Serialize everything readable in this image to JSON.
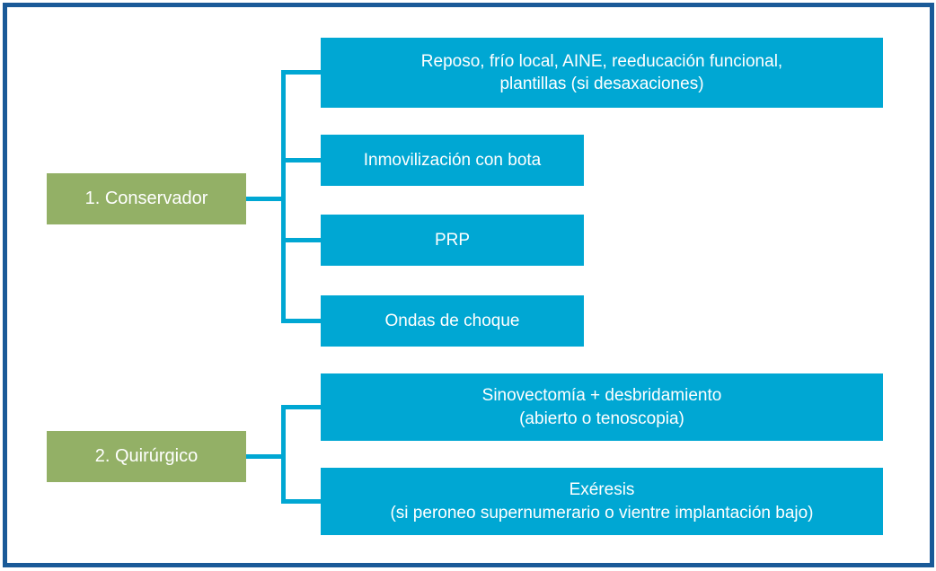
{
  "diagram": {
    "groups": [
      {
        "label": "1. Conservador",
        "children": [
          "Reposo, frío local, AINE, reeducación funcional,\nplantillas (si desaxaciones)",
          "Inmovilización con bota",
          "PRP",
          "Ondas de choque"
        ]
      },
      {
        "label": "2. Quirúrgico",
        "children": [
          "Sinovectomía + desbridamiento\n(abierto o tenoscopia)",
          "Exéresis\n(si peroneo supernumerario o vientre implantación bajo)"
        ]
      }
    ],
    "colors": {
      "node_blue": "#00a7d3",
      "node_green": "#93b066",
      "border": "#1a5a98",
      "text": "#ffffff"
    }
  }
}
